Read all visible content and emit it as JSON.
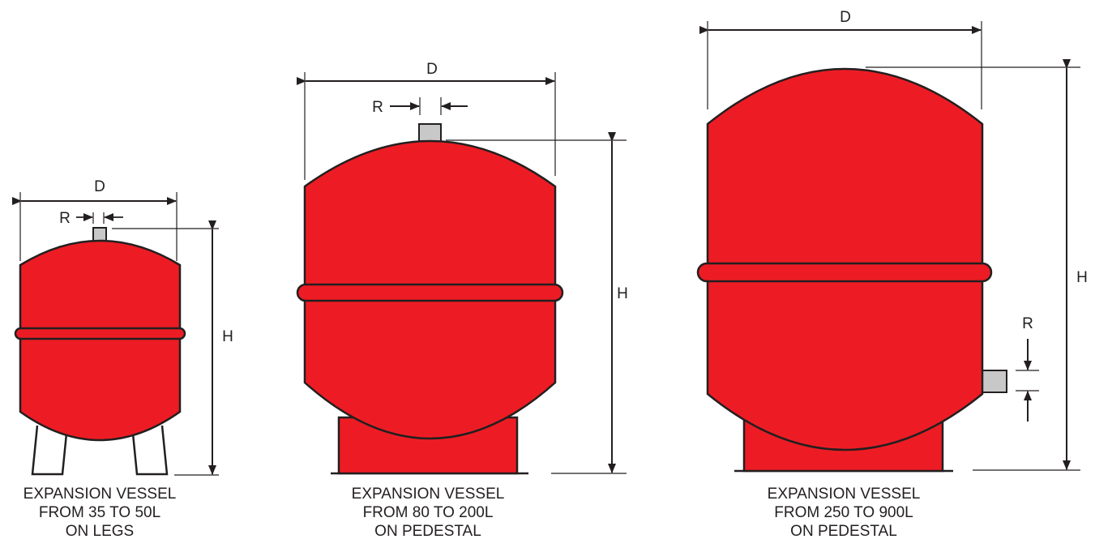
{
  "colors": {
    "vessel_red": "#ED1C24",
    "outline": "#231F20",
    "fitting_grey": "#C8C8C8",
    "background": "#FFFFFF"
  },
  "dimension_labels": {
    "diameter": "D",
    "connection": "R",
    "height": "H"
  },
  "vessels": [
    {
      "id": "small",
      "caption": [
        "EXPANSION VESSEL",
        "FROM 35 TO 50L",
        "ON LEGS"
      ]
    },
    {
      "id": "medium",
      "caption": [
        "EXPANSION VESSEL",
        "FROM 80 TO 200L",
        "ON PEDESTAL"
      ]
    },
    {
      "id": "large",
      "caption": [
        "EXPANSION VESSEL",
        "FROM 250 TO 900L",
        "ON PEDESTAL"
      ]
    }
  ]
}
